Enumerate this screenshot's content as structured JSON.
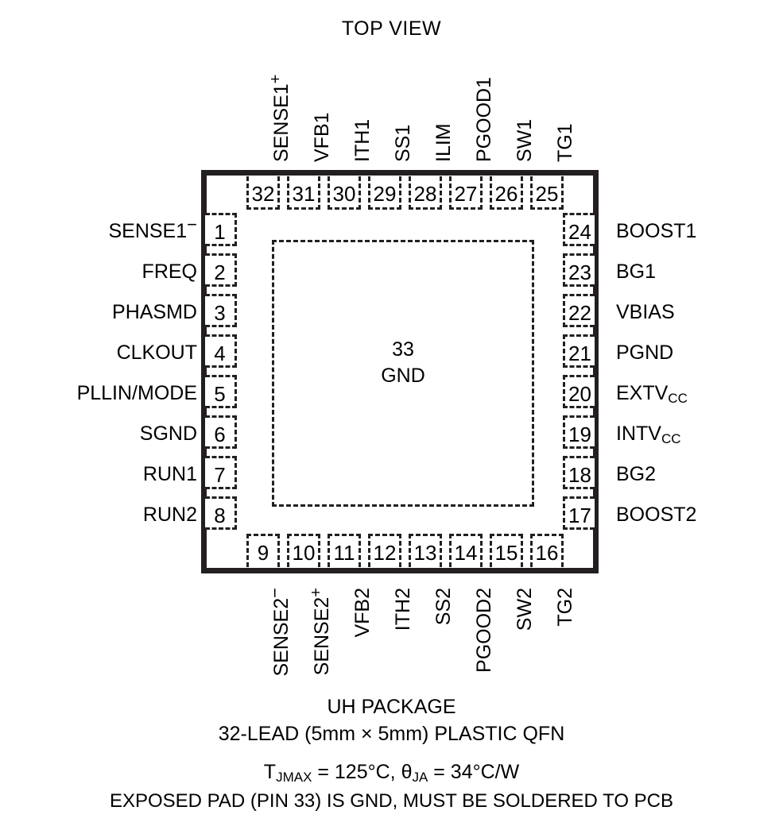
{
  "title": "TOP VIEW",
  "package": {
    "exposed_pad_label": "33\nGND",
    "colors": {
      "outline": "#231f20",
      "background": "#ffffff",
      "text": "#000000"
    }
  },
  "pins": {
    "left": [
      {
        "number": "1",
        "name": "SENSE1",
        "suffix": "minus"
      },
      {
        "number": "2",
        "name": "FREQ",
        "suffix": ""
      },
      {
        "number": "3",
        "name": "PHASMD",
        "suffix": ""
      },
      {
        "number": "4",
        "name": "CLKOUT",
        "suffix": ""
      },
      {
        "number": "5",
        "name": "PLLIN/MODE",
        "suffix": ""
      },
      {
        "number": "6",
        "name": "SGND",
        "suffix": ""
      },
      {
        "number": "7",
        "name": "RUN1",
        "suffix": ""
      },
      {
        "number": "8",
        "name": "RUN2",
        "suffix": ""
      }
    ],
    "bottom": [
      {
        "number": "9",
        "name": "SENSE2",
        "suffix": "minus"
      },
      {
        "number": "10",
        "name": "SENSE2",
        "suffix": "plus"
      },
      {
        "number": "11",
        "name": "VFB2",
        "suffix": ""
      },
      {
        "number": "12",
        "name": "ITH2",
        "suffix": ""
      },
      {
        "number": "13",
        "name": "SS2",
        "suffix": ""
      },
      {
        "number": "14",
        "name": "PGOOD2",
        "suffix": ""
      },
      {
        "number": "15",
        "name": "SW2",
        "suffix": ""
      },
      {
        "number": "16",
        "name": "TG2",
        "suffix": ""
      }
    ],
    "right": [
      {
        "number": "17",
        "name": "BOOST2",
        "subscript": ""
      },
      {
        "number": "18",
        "name": "BG2",
        "subscript": ""
      },
      {
        "number": "19",
        "name": "INTV",
        "subscript": "CC"
      },
      {
        "number": "20",
        "name": "EXTV",
        "subscript": "CC"
      },
      {
        "number": "21",
        "name": "PGND",
        "subscript": ""
      },
      {
        "number": "22",
        "name": "VBIAS",
        "subscript": ""
      },
      {
        "number": "23",
        "name": "BG1",
        "subscript": ""
      },
      {
        "number": "24",
        "name": "BOOST1",
        "subscript": ""
      }
    ],
    "top": [
      {
        "number": "25",
        "name": "TG1",
        "suffix": ""
      },
      {
        "number": "26",
        "name": "SW1",
        "suffix": ""
      },
      {
        "number": "27",
        "name": "PGOOD1",
        "suffix": ""
      },
      {
        "number": "28",
        "name": "ILIM",
        "suffix": ""
      },
      {
        "number": "29",
        "name": "SS1",
        "suffix": ""
      },
      {
        "number": "30",
        "name": "ITH1",
        "suffix": ""
      },
      {
        "number": "31",
        "name": "VFB1",
        "suffix": ""
      },
      {
        "number": "32",
        "name": "SENSE1",
        "suffix": "plus"
      }
    ]
  },
  "caption": {
    "line1": "UH PACKAGE",
    "line2": "32-LEAD (5mm × 5mm) PLASTIC QFN",
    "thermal": {
      "t_symbol": "T",
      "t_subscript": "JMAX",
      "t_value": " = 125°C, ",
      "theta_symbol": "θ",
      "theta_subscript": "JA",
      "theta_value": " = 34°C/W"
    },
    "line4": "EXPOSED PAD (PIN 33) IS GND, MUST BE SOLDERED TO PCB"
  }
}
